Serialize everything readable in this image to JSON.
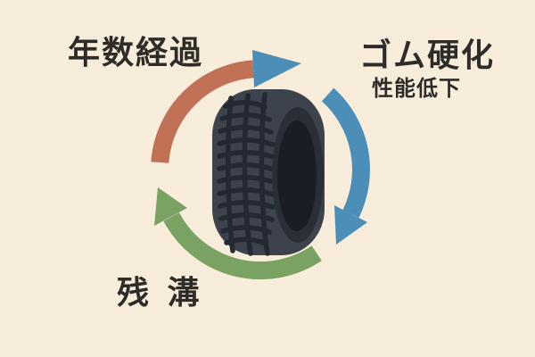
{
  "diagram_title": "tire-aging-cycle",
  "colors": {
    "background": "#f8ecdb",
    "arc_aging": "#c07156",
    "arc_hardening": "#4b8fb8",
    "arc_tread": "#7aa263",
    "arrowhead_blue": "#4b8fb8",
    "arrowhead_green": "#7aa263",
    "tire_body": "#3d434c",
    "tire_groove": "#242830",
    "tire_rim": "#2a2f37",
    "tire_hub": "#1a1d23",
    "label_text": "#2e2c29"
  },
  "cycle": {
    "steps": [
      {
        "id": "aging",
        "label": "年数経過",
        "position": "top-left",
        "arc_color": "#c07156"
      },
      {
        "id": "hardening",
        "label": "ゴム硬化",
        "sublabel": "性能低下",
        "position": "top-right",
        "arc_color": "#4b8fb8"
      },
      {
        "id": "tread",
        "label": "残 溝",
        "position": "bottom-left",
        "arc_color": "#7aa263"
      }
    ],
    "direction": "clockwise"
  },
  "center_icon": {
    "name": "tire",
    "view": "three-quarter"
  }
}
